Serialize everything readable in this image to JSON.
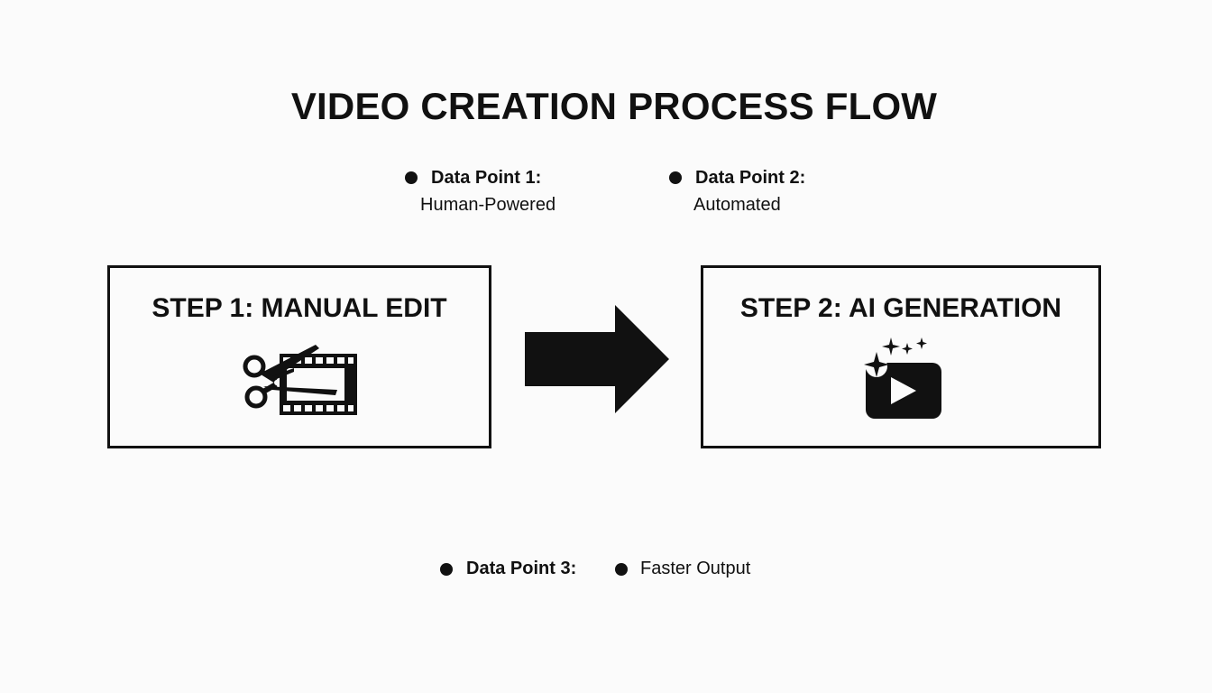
{
  "title": "VIDEO CREATION PROCESS FLOW",
  "legend": {
    "data_point_1": {
      "label": "Data Point 1:",
      "value": "Human-Powered"
    },
    "data_point_2": {
      "label": "Data Point 2:",
      "value": "Automated"
    },
    "data_point_3": {
      "label": "Data Point 3:",
      "value": "Faster Output"
    }
  },
  "steps": [
    {
      "title": "STEP 1: MANUAL EDIT",
      "icon": "scissors-film-icon"
    },
    {
      "title": "STEP 2: AI GENERATION",
      "icon": "ai-sparkle-video-icon"
    }
  ],
  "arrow": {
    "icon": "right-arrow-icon"
  },
  "colors": {
    "ink": "#111111",
    "background": "#fbfbfb"
  }
}
